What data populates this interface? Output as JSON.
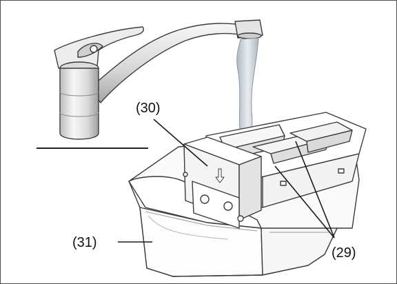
{
  "callouts": {
    "part_30": "(30)",
    "part_31": "(31)",
    "part_29": "(29)"
  },
  "colors": {
    "outline": "#3a3a3a",
    "metal_light": "#f2f2f2",
    "metal_mid": "#d8d8d8",
    "metal_dark": "#a9a9a9",
    "water": "#c9d3db",
    "plastic": "#ffffff",
    "shadow": "#e6e6e6"
  }
}
